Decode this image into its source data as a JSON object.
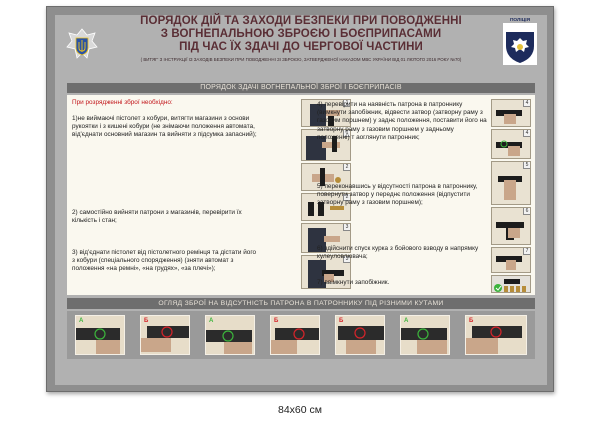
{
  "poster": {
    "title_lines": [
      "ПОРЯДОК ДІЙ ТА ЗАХОДИ БЕЗПЕКИ ПРИ ПОВОДЖЕННІ",
      "З ВОГНЕПАЛЬНОЮ ЗБРОЄЮ І БОЄПРИПАСАМИ",
      "ПІД ЧАС ЇХ ЗДАЧІ ДО ЧЕРГОВОЇ ЧАСТИНИ"
    ],
    "subtitle": "( ВИТЯГ' З ІНСТРУКЦІЇ ІЗ ЗАХОДІВ БЕЗПЕКИ ПРИ ПОВОДЖЕННІ ЗІ ЗБРОЄЮ, ЗАТВЕРДЖЕНОЇ НАКАЗОМ МВС УКРАЇНИ ВІД 01 ЛЮТОГО 2016 РОКУ №70)",
    "police_label": "ПОЛІЦІЯ",
    "section_heading": "ПОРЯДОК ЗДАЧІ ВОГНЕПАЛЬНОЇ ЗБРОЇ І БОЄПРИПАСІВ",
    "intro": "При розрядженні зброї необхідно:",
    "left_steps": [
      "1)не виймаючі пістолет з кобури, витягти магазини з основи рукоятки і з кишені кобури (не знімаючи положення автомата, від'єднати основний магазин та вийняти з підсумка запасний);",
      "2) самостійно вийняти патрони з магазинів, перевірити їх кількість і стан;",
      "3) від'єднати пістолет від пістолетного ремінця та дістати його з кобури (спеціального спорядження) (зняти автомат з положення «на ремні», «на грудях», «за плечі»);"
    ],
    "mid_steps": [
      "4) перевірити на наявність патрона в патроннику (вимкнути запобіжник, відвести затвор (затворну раму з газовим поршнем) у заднє положення, поставити його на затворну раму з газовим поршнем у задньому положенні) т аоглянути патронник;",
      "5) переконавшись у відсутності патрона в патроннику, повернути затвор у переднє положення (відпустити затворну раму з газовим поршнем);",
      "6) здійснити спуск курка з бойового взводу в напрямку кулеуловлювача;",
      "7) ввімкнути запобіжник."
    ],
    "photo_numbers": [
      "1",
      "1",
      "2",
      "2",
      "3",
      "3",
      "4",
      "4",
      "5",
      "6",
      "7"
    ],
    "bottom_heading": "ОГЛЯД ЗБРОЇ НА ВІДСУТНІСТЬ ПАТРОНА В ПАТРОННИКУ ПІД РІЗНИМИ КУТАМИ",
    "bottom_labels": [
      "А",
      "Б",
      "А",
      "Б",
      "Б",
      "А",
      "Б"
    ],
    "size_label": "84x60 см"
  },
  "colors": {
    "title": "#5a2e35",
    "accent_red": "#c2161b",
    "band": "#6e6e6e",
    "panel": "#faf8ef",
    "label_green": "#3cb43c",
    "label_red": "#d6242a"
  }
}
